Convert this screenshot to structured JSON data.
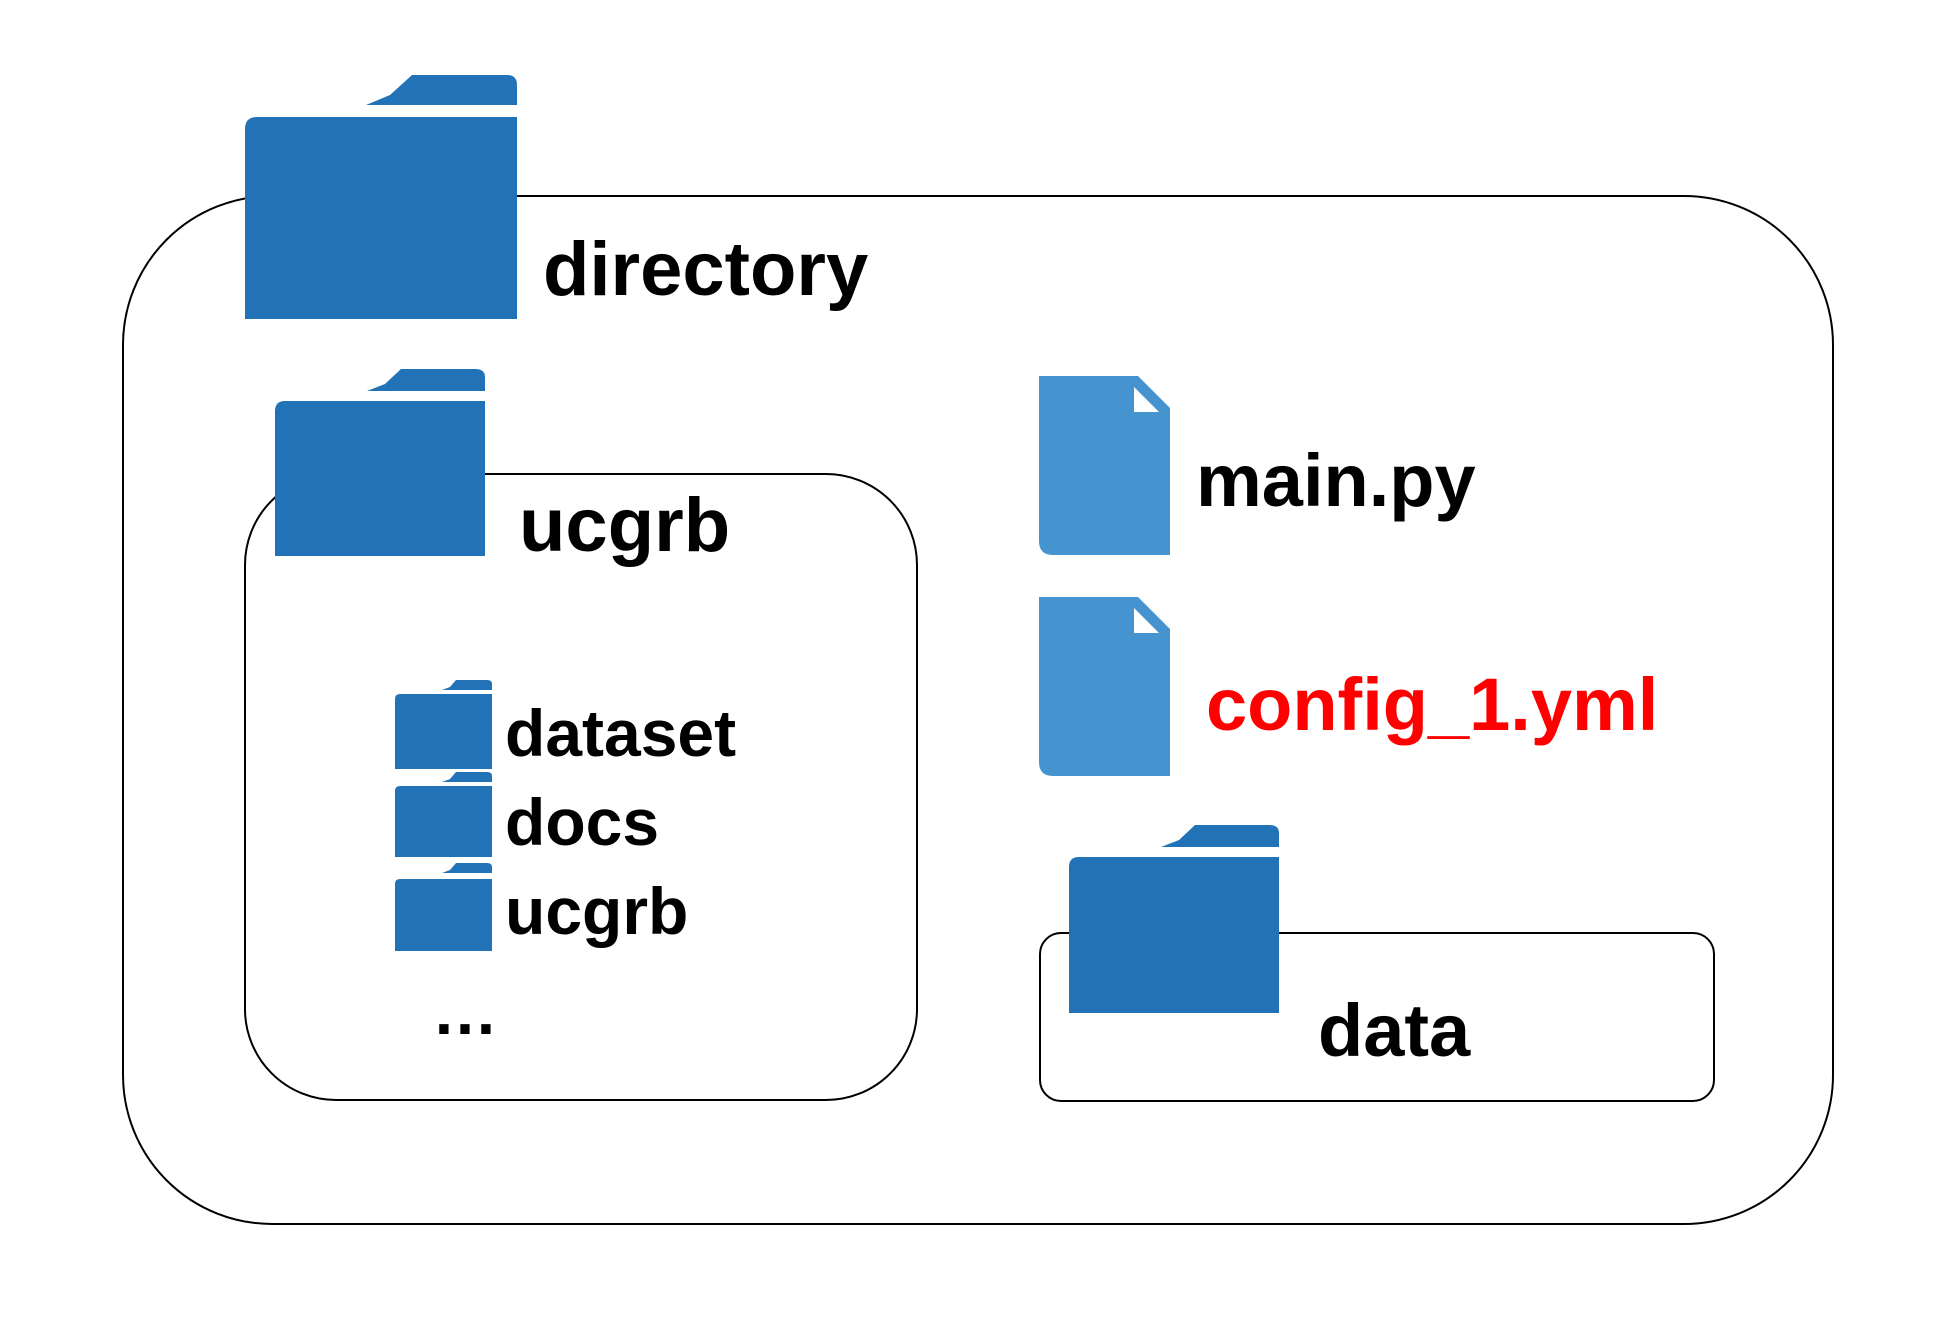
{
  "colors": {
    "folder": "#2272b8",
    "file": "#4593cf",
    "highlight_text": "#ff0000",
    "text": "#000000",
    "outline": "#000000"
  },
  "root": {
    "name": "directory",
    "icon": "folder-icon"
  },
  "subfolder": {
    "name": "ucgrb",
    "icon": "folder-icon",
    "children": [
      {
        "name": "dataset",
        "icon": "folder-icon"
      },
      {
        "name": "docs",
        "icon": "folder-icon"
      },
      {
        "name": "ucgrb",
        "icon": "folder-icon"
      }
    ],
    "more": "…"
  },
  "files": [
    {
      "name": "main.py",
      "icon": "file-icon",
      "highlighted": false
    },
    {
      "name": "config_1.yml",
      "icon": "file-icon",
      "highlighted": true
    }
  ],
  "data_folder": {
    "name": "data",
    "icon": "folder-icon"
  }
}
